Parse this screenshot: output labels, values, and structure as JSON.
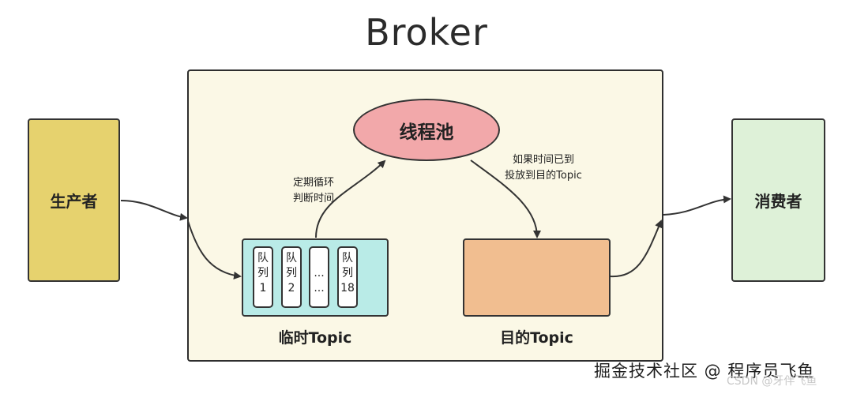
{
  "title": "Broker",
  "producer": {
    "label": "生产者"
  },
  "consumer": {
    "label": "消费者"
  },
  "thread_pool": {
    "label": "线程池"
  },
  "temp_topic": {
    "label": "临时Topic",
    "queues": [
      {
        "line1": "队",
        "line2": "列",
        "line3": "1"
      },
      {
        "line1": "队",
        "line2": "列",
        "line3": "2"
      },
      {
        "line1": "",
        "line2": "...",
        "line3": "..."
      },
      {
        "line1": "队",
        "line2": "列",
        "line3": "18"
      }
    ]
  },
  "dest_topic": {
    "label": "目的Topic"
  },
  "notes": {
    "scan_line1": "定期循环",
    "scan_line2": "判断时间",
    "deliver_line1": "如果时间已到",
    "deliver_line2": "投放到目的Topic"
  },
  "watermark": "掘金技术社区 @ 程序员飞鱼",
  "watermark_csdn": "CSDN @牙伴飞鱼",
  "colors": {
    "producer": "#e6d26e",
    "consumer": "#def1d8",
    "broker": "#fbf8e6",
    "thread_pool": "#f2a8aa",
    "temp_topic": "#b9ebe7",
    "dest_topic": "#f1be90"
  }
}
